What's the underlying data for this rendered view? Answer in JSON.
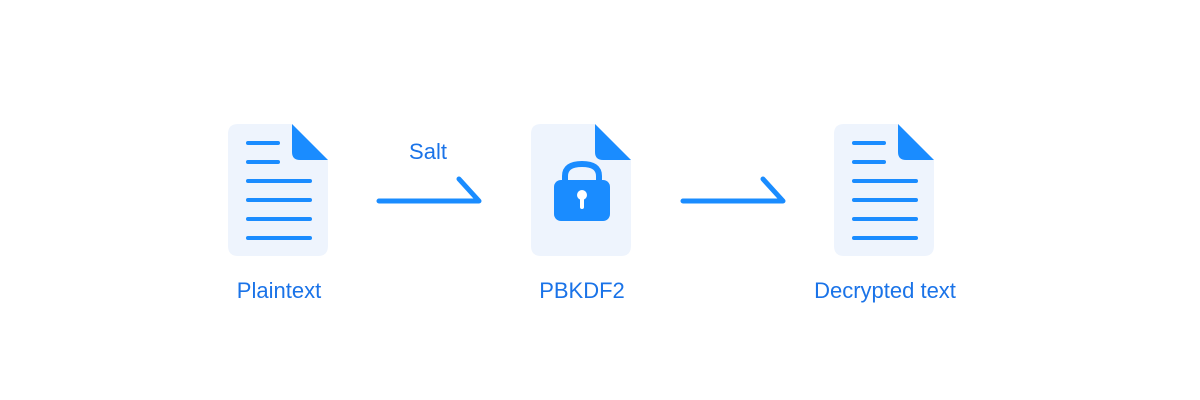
{
  "colors": {
    "accent": "#1a8cff",
    "label": "#1a73e8",
    "doc_background": "#eef4fd"
  },
  "nodes": [
    {
      "label": "Plaintext",
      "icon": "document-lines-icon"
    },
    {
      "label": "PBKDF2",
      "icon": "padlock-document-icon"
    },
    {
      "label": "Decrypted text",
      "icon": "document-lines-icon"
    }
  ],
  "edges": [
    {
      "label": "Salt"
    },
    {
      "label": ""
    }
  ]
}
